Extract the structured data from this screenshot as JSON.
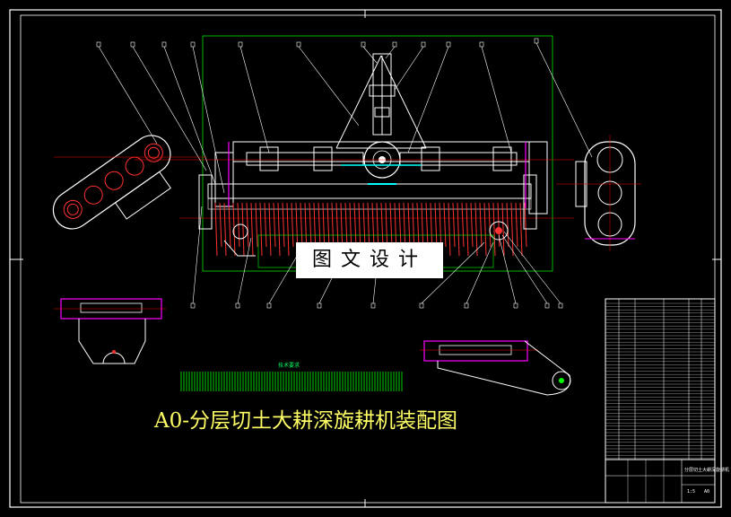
{
  "drawing": {
    "title": "A0-分层切土大耕深旋耕机装配图",
    "watermark": "图文设计",
    "section_label": "技术要求",
    "title_block_name": "分层切土大耕深旋耕机",
    "title_block_scale": "1:5",
    "title_block_sheet": "A0"
  },
  "colors": {
    "background": "#000000",
    "frame": "#ffffff",
    "outline": "#00ff00",
    "centerline": "#ff0000",
    "accent_magenta": "#ff00ff",
    "accent_cyan": "#00ffff",
    "title_text": "#ffff66",
    "hatch": "#ff3333"
  },
  "views": [
    "front-assembly-view",
    "left-side-view",
    "right-side-view",
    "base-plan-view",
    "tensioner-view",
    "parts-list-table"
  ]
}
